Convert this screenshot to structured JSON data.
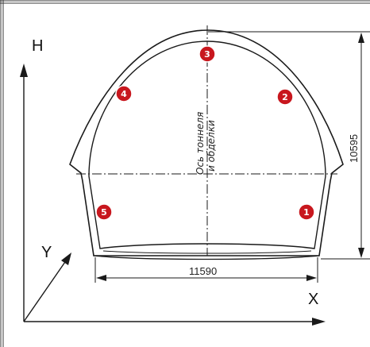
{
  "axes": {
    "h_label": "H",
    "y_label": "Y",
    "x_label": "X"
  },
  "dimensions": {
    "height_value": "10595",
    "width_value": "11590"
  },
  "tunnel": {
    "axis_caption_line1": "Ось тоннеля",
    "axis_caption_line2": "и обделки"
  },
  "markers": [
    {
      "num": "1"
    },
    {
      "num": "2"
    },
    {
      "num": "3"
    },
    {
      "num": "4"
    },
    {
      "num": "5"
    }
  ],
  "colors": {
    "marker_fill": "#c8171e",
    "marker_ring": "#ffffff",
    "line": "#1a1a1a",
    "border": "#3a3a3a"
  }
}
